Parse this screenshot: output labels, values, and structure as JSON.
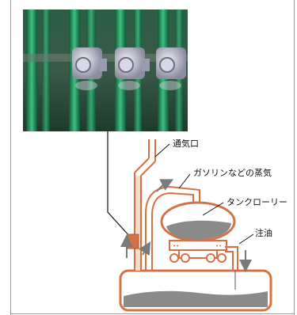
{
  "photo": {
    "description_icon": "valve-photo"
  },
  "labels": {
    "vent": "通気口",
    "vapor": "ガソリンなどの蒸気",
    "tank_lorry": "タンクローリー",
    "refuel": "注油"
  },
  "colors": {
    "pipe": "#d37345",
    "pipe_fill": "#f6dccd",
    "tank_fill": "#8a8a8a",
    "arrow": "#7a7a7a",
    "leader": "#111111",
    "photo_bg": "#2f4f3c",
    "photo_pipe": "#1f8a5a",
    "photo_valve": "#b9b9c8"
  }
}
